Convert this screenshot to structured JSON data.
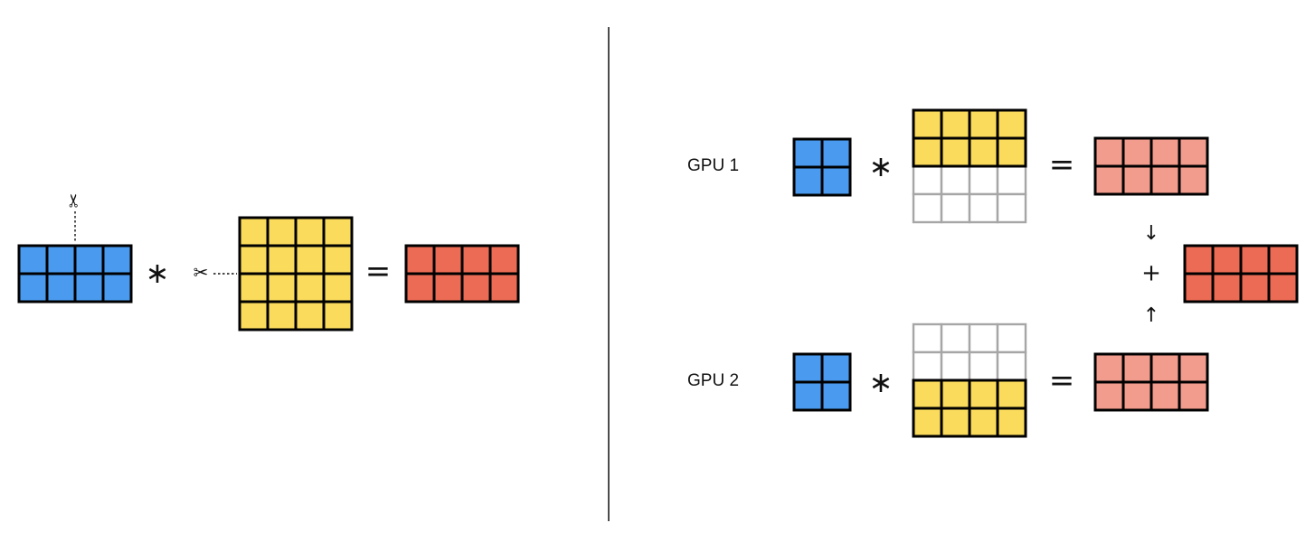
{
  "colors": {
    "blue": "#4A9BF0",
    "yellow": "#FADB5C",
    "red": "#EC6B55",
    "pink": "#F29C8E",
    "empty": "#FFFFFF",
    "grid_dark": "#000000",
    "grid_gray": "#A6A6A6"
  },
  "symbols": {
    "multiply": "∗",
    "equals": "=",
    "plus": "+",
    "arrow_down": "↓",
    "arrow_up": "↑",
    "scissors": "✂"
  },
  "left_panel": {
    "input": {
      "rows": 2,
      "cols": 4,
      "color": "blue",
      "split": "columns"
    },
    "weight": {
      "rows": 4,
      "cols": 4,
      "color": "yellow",
      "split": "rows"
    },
    "output": {
      "rows": 2,
      "cols": 4,
      "color": "red"
    }
  },
  "right_panel": {
    "gpus": [
      {
        "label": "GPU 1",
        "input": {
          "rows": 2,
          "cols": 2,
          "color": "blue"
        },
        "weight": {
          "rows": 4,
          "cols": 4,
          "active_rows": [
            0,
            1
          ],
          "color": "yellow"
        },
        "partial_output": {
          "rows": 2,
          "cols": 4,
          "color": "pink"
        }
      },
      {
        "label": "GPU 2",
        "input": {
          "rows": 2,
          "cols": 2,
          "color": "blue"
        },
        "weight": {
          "rows": 4,
          "cols": 4,
          "active_rows": [
            2,
            3
          ],
          "color": "yellow"
        },
        "partial_output": {
          "rows": 2,
          "cols": 4,
          "color": "pink"
        }
      }
    ],
    "final_output": {
      "rows": 2,
      "cols": 4,
      "color": "red"
    }
  }
}
